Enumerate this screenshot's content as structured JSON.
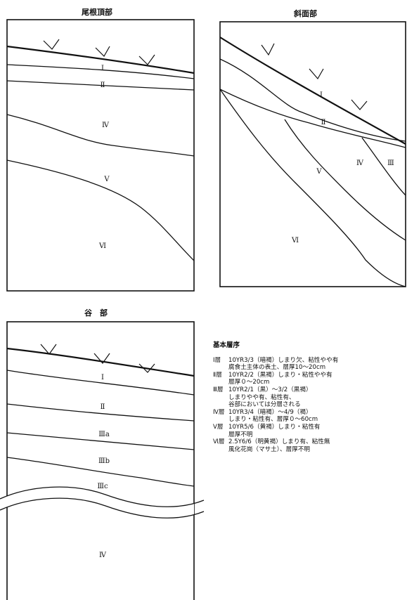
{
  "panels": {
    "ridge": {
      "title": "尾根頂部",
      "labels": [
        "Ⅰ",
        "Ⅱ",
        "Ⅳ",
        "Ⅴ",
        "Ⅵ"
      ]
    },
    "slope": {
      "title": "斜面部",
      "labels": [
        "Ⅰ",
        "Ⅱ",
        "Ⅳ",
        "Ⅲ",
        "Ⅴ",
        "Ⅵ"
      ]
    },
    "valley": {
      "title": "谷　部",
      "labels": [
        "Ⅰ",
        "Ⅱ",
        "Ⅲa",
        "Ⅲb",
        "Ⅲc",
        "Ⅳ"
      ]
    }
  },
  "legend": {
    "title": "基本層序",
    "entries": [
      {
        "code": "Ⅰ層",
        "lines": [
          "10YR3/3（暗褐）しまり欠、粘性やや有",
          "腐食土主体の表土、層厚10～20cm"
        ]
      },
      {
        "code": "Ⅱ層",
        "lines": [
          "10YR2/2（黒褐）しまり・粘性やや有",
          "層厚０～20cm"
        ]
      },
      {
        "code": "Ⅲ層",
        "lines": [
          "10YR2/1（黒）～3/2（黒褐）",
          "しまりやや有、粘性有、",
          "谷部においては分層される"
        ]
      },
      {
        "code": "Ⅳ層",
        "lines": [
          "10YR3/4（暗褐）～4/9（褐）",
          "しまり・粘性有、層厚０～60cm"
        ]
      },
      {
        "code": "Ⅴ層",
        "lines": [
          "10YR5/6（黄褐）しまり・粘性有",
          "層厚不明"
        ]
      },
      {
        "code": "Ⅵ層",
        "lines": [
          "2.5Y6/6（明黄褐）しまり有、粘性無",
          "風化花崗（マサ土）、層厚不明"
        ]
      }
    ]
  }
}
